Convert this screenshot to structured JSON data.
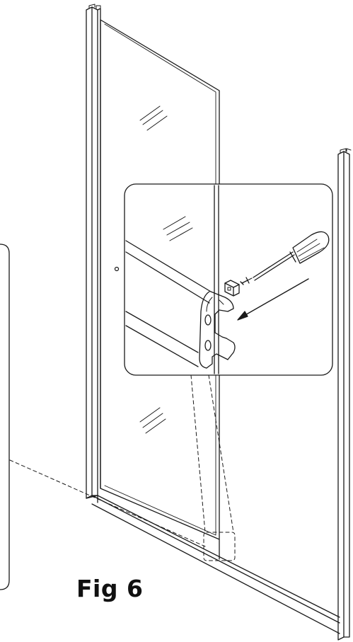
{
  "figure": {
    "label": "Fig 6"
  },
  "colors": {
    "line": "#1a1a1a",
    "background": "#ffffff",
    "detail_fill": "#ffffff"
  },
  "parts": [
    "shower-door-glass-panel",
    "wall-profile-left",
    "wall-profile-right",
    "bottom-track",
    "detail-callout",
    "screwdriver",
    "screw",
    "end-cap-block",
    "bottom-rail-profile",
    "door-handle-hole",
    "wall-edge-bracket"
  ]
}
